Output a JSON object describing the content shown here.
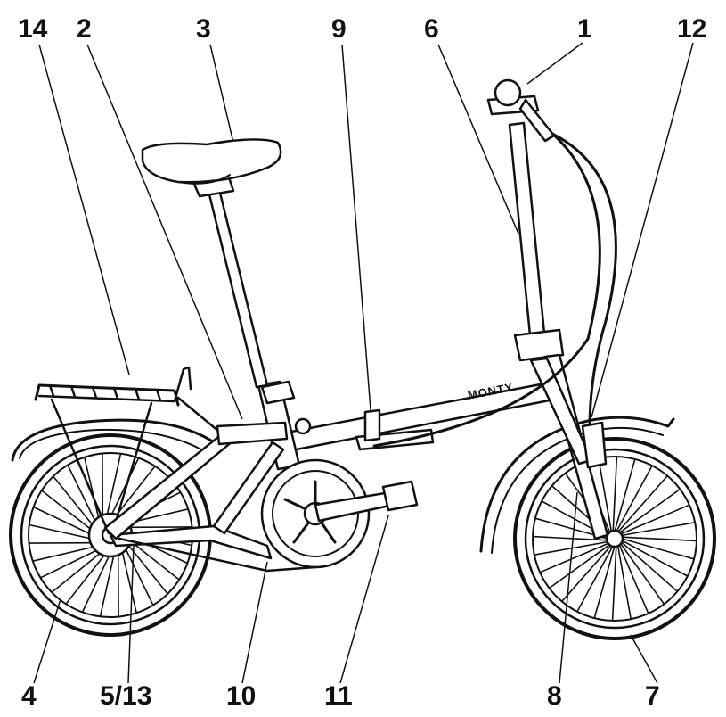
{
  "diagram": {
    "callouts": [
      "14",
      "2",
      "3",
      "9",
      "6",
      "1",
      "12",
      "4",
      "5/13",
      "10",
      "11",
      "8",
      "7"
    ],
    "frame_brand": "MONTY"
  },
  "colors": {
    "ink": "#111111",
    "background": "#ffffff"
  }
}
